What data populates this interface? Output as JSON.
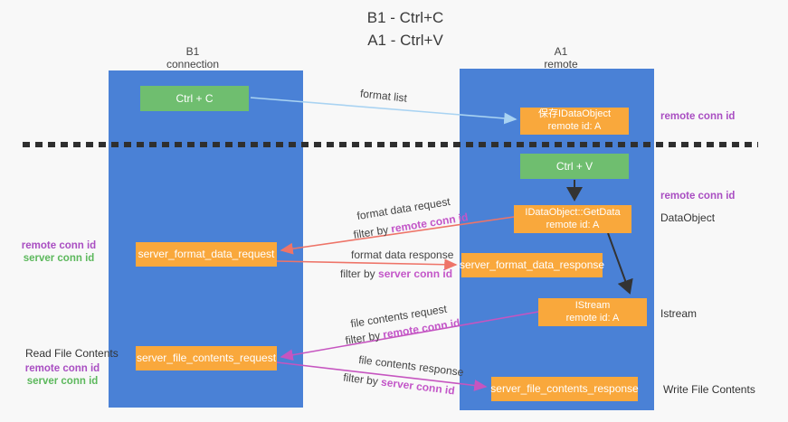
{
  "title": {
    "line1": "B1 - Ctrl+C",
    "line2": "A1 - Ctrl+V"
  },
  "lanes": {
    "left": {
      "name": "B1",
      "role": "connection"
    },
    "right": {
      "name": "A1",
      "role": "remote"
    }
  },
  "nodes": {
    "ctrl_c": {
      "label": "Ctrl + C"
    },
    "saved_dataobject": {
      "line1": "保存IDataObject",
      "line2": "remote id: A"
    },
    "ctrl_v": {
      "label": "Ctrl + V"
    },
    "getdata": {
      "line1": "IDataObject::GetData",
      "line2": "remote id: A"
    },
    "server_format_data_request": {
      "label": "server_format_data_request"
    },
    "server_format_data_response": {
      "label": "server_format_data_response"
    },
    "istream": {
      "line1": "IStream",
      "line2": "remote id: A"
    },
    "server_file_contents_request": {
      "label": "server_file_contents_request"
    },
    "server_file_contents_response": {
      "label": "server_file_contents_response"
    }
  },
  "edge_labels": {
    "format_list": "format list",
    "format_data_request": "format data request",
    "format_data_request_filter_prefix": "filter by",
    "format_data_request_filter_key": "remote conn id",
    "format_data_response": "format data response",
    "format_data_response_filter_prefix": "filter by",
    "format_data_response_filter_key": "server conn id",
    "file_contents_request": "file contents request",
    "file_contents_request_filter_prefix": "filter by",
    "file_contents_request_filter_key": "remote conn id",
    "file_contents_response": "file contents response",
    "file_contents_response_filter_prefix": "filter by",
    "file_contents_response_filter_key": "server conn id"
  },
  "side_labels": {
    "right_remote_conn_id_top": "remote conn id",
    "right_remote_conn_id_mid": "remote conn id",
    "dataobject": "DataObject",
    "istream": "Istream",
    "write_file_contents": "Write File Contents",
    "left_remote_conn_id_1": "remote conn id",
    "left_server_conn_id_1": "server conn id",
    "read_file_contents": "Read File Contents",
    "left_remote_conn_id_2": "remote conn id",
    "left_server_conn_id_2": "server conn id"
  },
  "colors": {
    "lane_blue": "#4a81d6",
    "box_green": "#6fbe6f",
    "box_orange": "#f9a83c",
    "purple_label": "#a94ec2",
    "green_label": "#5cb85c",
    "arrow_light_blue": "#a9d3f2",
    "arrow_red": "#ee7468",
    "arrow_magenta": "#c655c0",
    "arrow_black": "#333333",
    "dash_color": "#2f2f2f"
  }
}
